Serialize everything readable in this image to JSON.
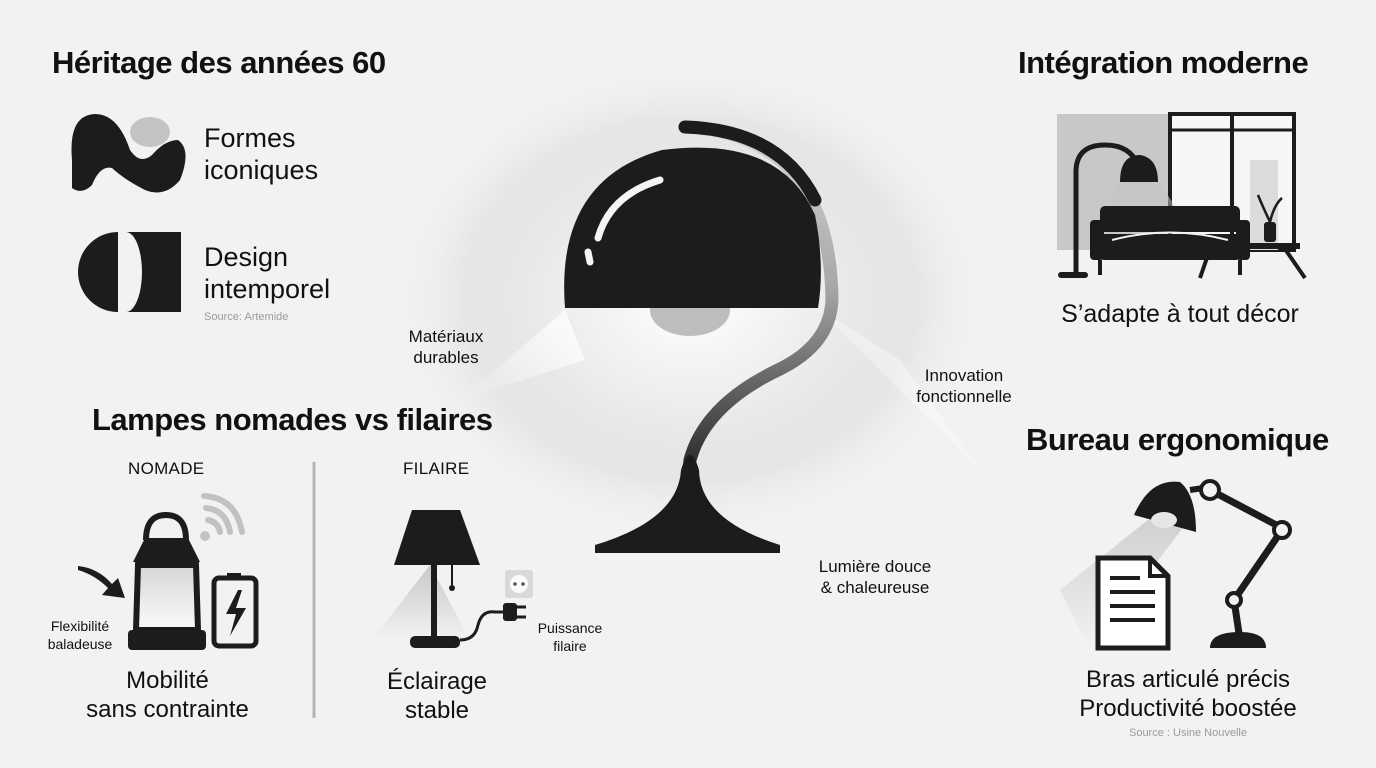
{
  "colors": {
    "background": "#f2f2f0",
    "ink": "#1c1c1c",
    "accent_gray": "#bdbdbd",
    "muted_text": "#9a9a9a"
  },
  "heritage": {
    "title": "Héritage des années 60",
    "item1": {
      "icon": "organic-shape-icon",
      "line1": "Formes",
      "line2": "iconiques"
    },
    "item2": {
      "icon": "semicircle-block-icon",
      "line1": "Design",
      "line2": "intemporel"
    },
    "source": "Source: Artemide"
  },
  "nomad": {
    "title": "Lampes nomades vs filaires",
    "col1": {
      "header": "NOMADE",
      "note1": "Flexibilité",
      "note2": "baladeuse",
      "caption1": "Mobilité",
      "caption2": "sans contrainte"
    },
    "col2": {
      "header": "FILAIRE",
      "note1": "Puissance",
      "note2": "filaire",
      "caption1": "Éclairage",
      "caption2": "stable"
    }
  },
  "center": {
    "label1": {
      "line1": "Matériaux",
      "line2": "durables"
    },
    "label2": {
      "line1": "Innovation",
      "line2": "fonctionnelle"
    },
    "label3": {
      "line1": "Lumière douce",
      "line2": "& chaleureuse"
    }
  },
  "modern": {
    "title": "Intégration moderne",
    "caption": "S’adapte à tout décor"
  },
  "desk": {
    "title": "Bureau ergonomique",
    "caption1": "Bras articulé précis",
    "caption2": "Productivité boostée",
    "source": "Source : Usine Nouvelle"
  }
}
